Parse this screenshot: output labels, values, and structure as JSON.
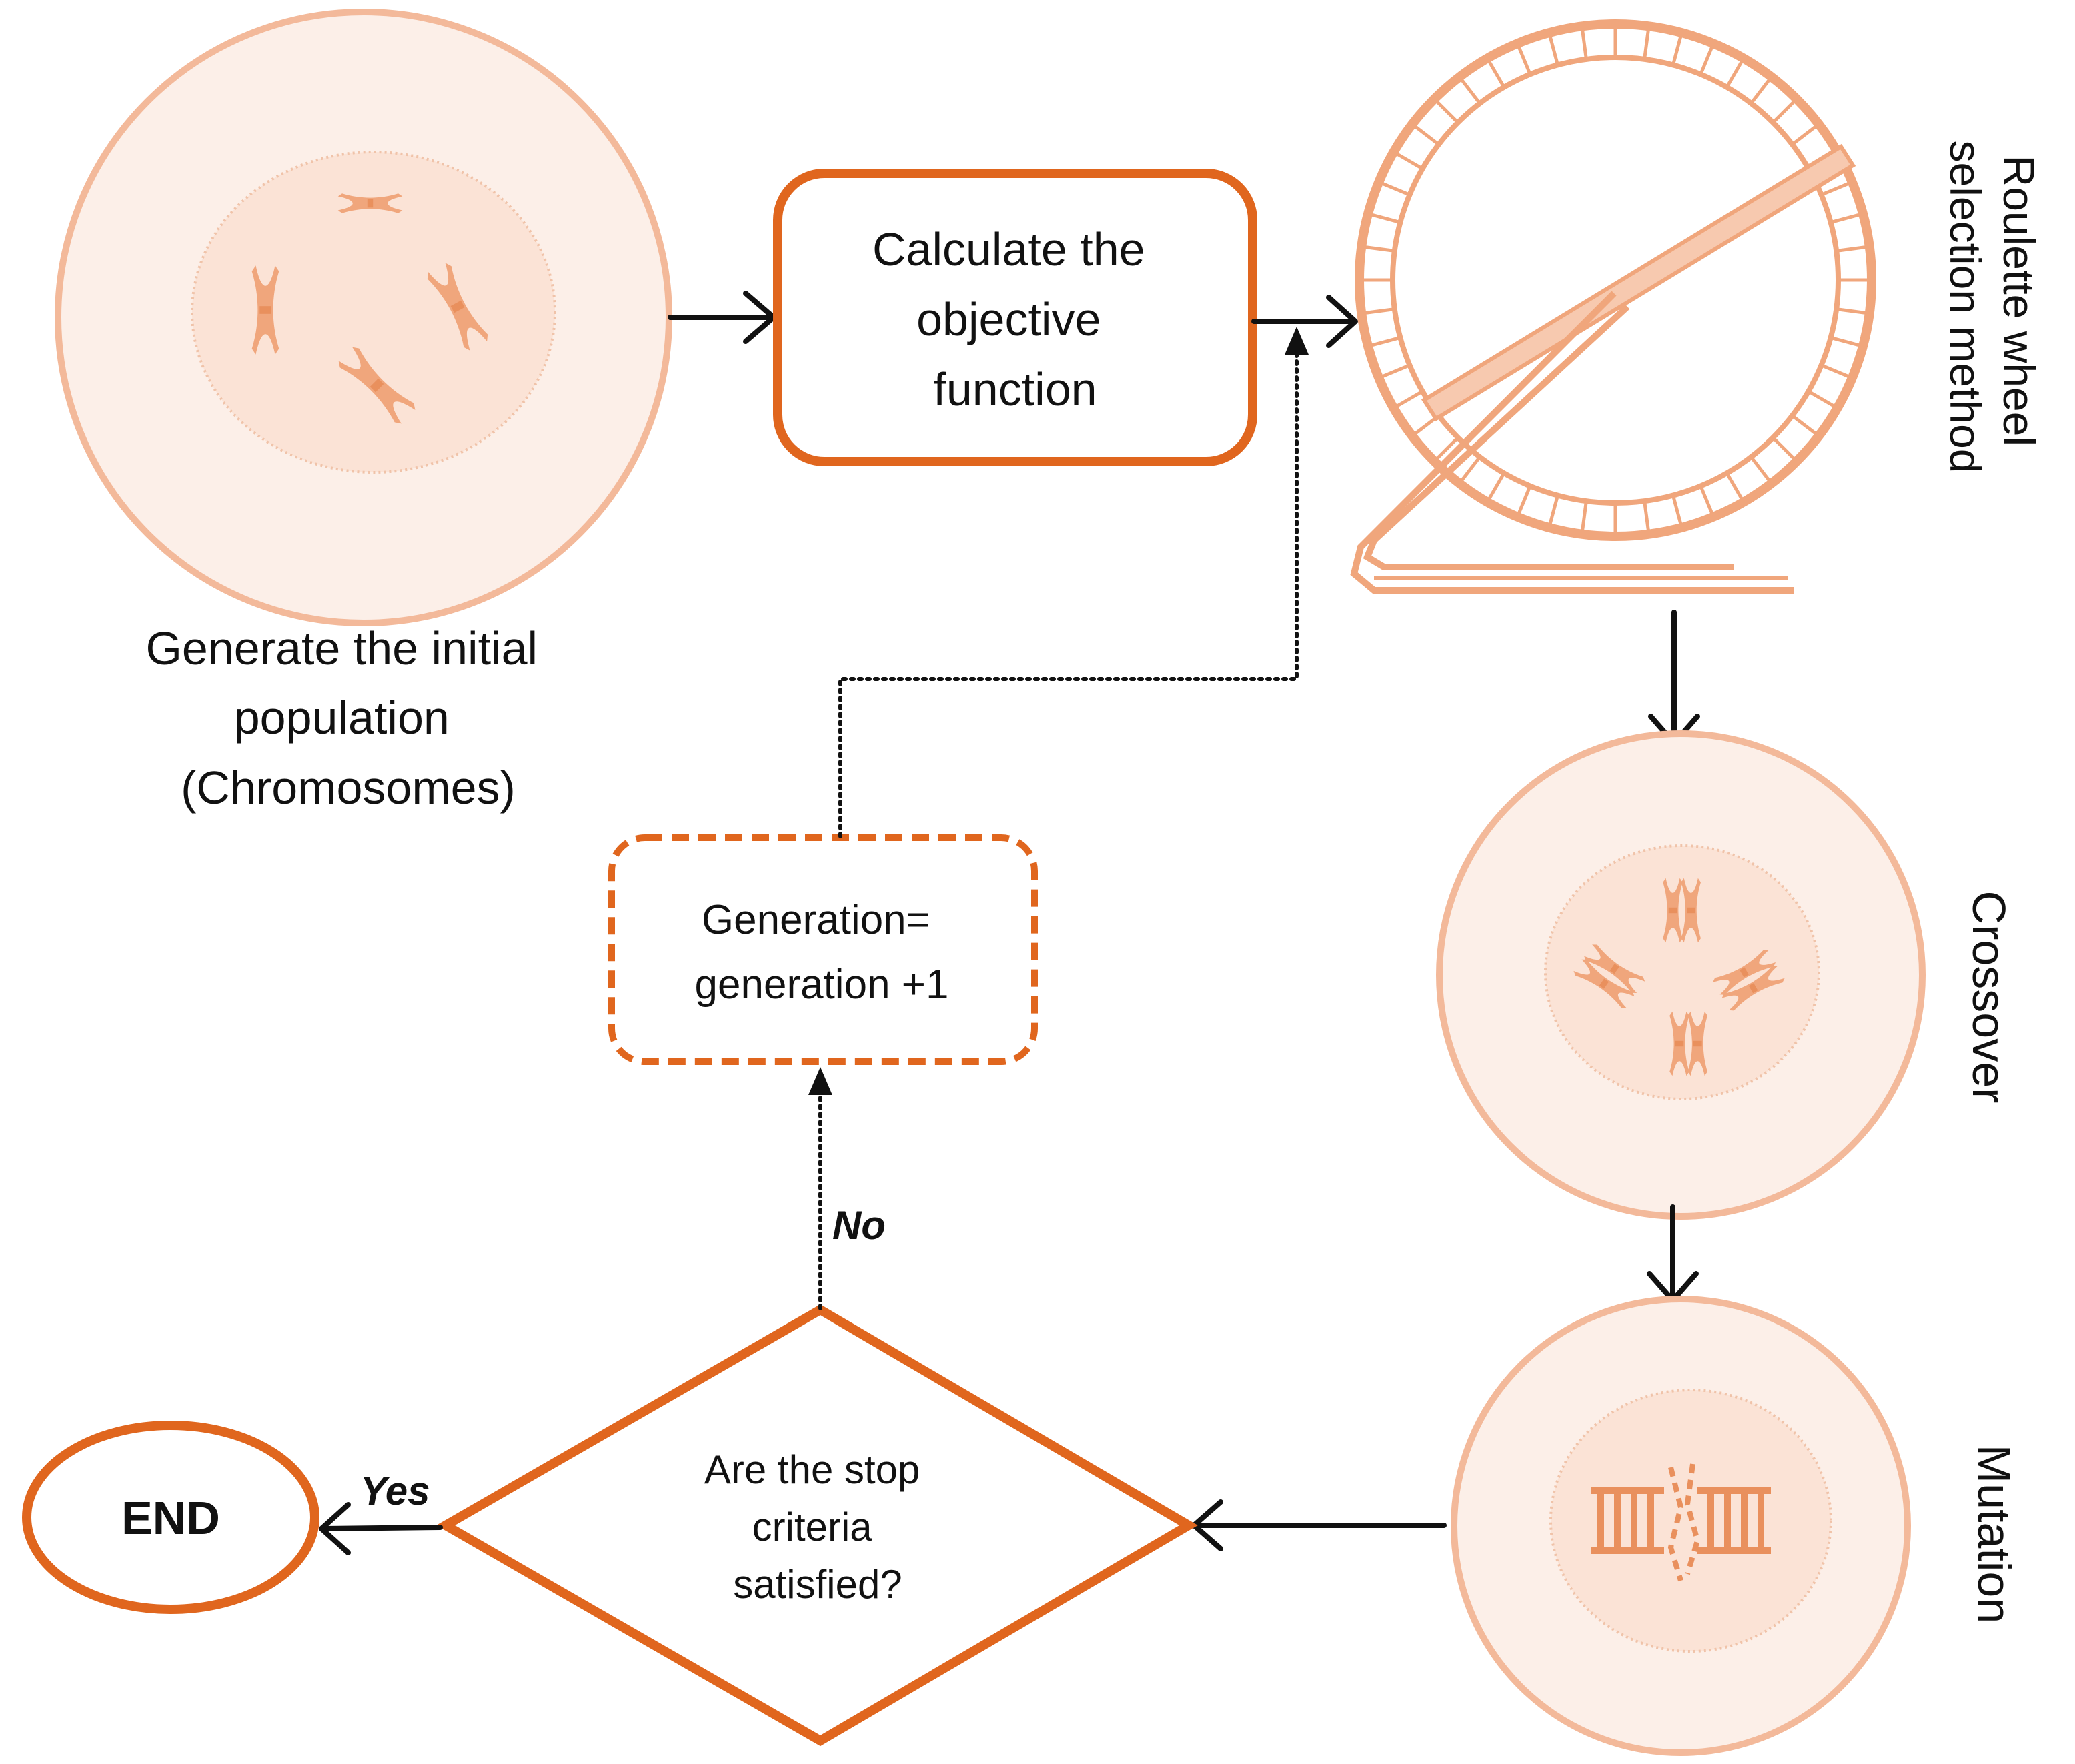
{
  "colors": {
    "accent": "#E0661E",
    "cell_outer": "#FCEFE8",
    "cell_stroke": "#F3B99A",
    "cell_inner": "#FBE3D6",
    "chromosome": "#F0A67C",
    "wheel": "#F0A67C",
    "text": "#111111"
  },
  "nodes": {
    "initial_population": {
      "label_lines": [
        "Generate the initial",
        "population",
        "(Chromosomes)"
      ]
    },
    "objective": {
      "label_lines": [
        "Calculate the",
        "objective",
        "function"
      ]
    },
    "roulette": {
      "label_lines": [
        "Roulette wheel",
        "selection method"
      ]
    },
    "crossover": {
      "label": "Crossover"
    },
    "mutation": {
      "label": "Mutation"
    },
    "generation": {
      "label_lines": [
        "Generation=",
        "generation +1"
      ]
    },
    "decision": {
      "label_lines": [
        "Are the stop",
        "criteria",
        "satisfied?"
      ]
    },
    "end": {
      "label": "END"
    }
  },
  "edges": {
    "no_label": "No",
    "yes_label": "Yes"
  }
}
